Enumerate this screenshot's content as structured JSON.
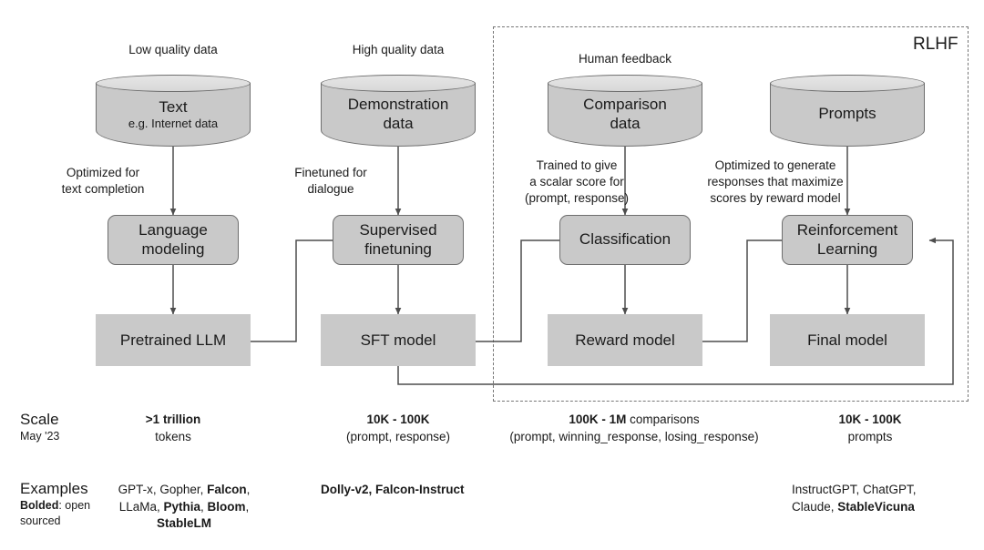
{
  "diagram": {
    "rlhf_region_label": "RLHF",
    "columns": [
      {
        "id": "pretraining",
        "top_label": "Low quality data",
        "source": {
          "title": "Text",
          "subtitle": "e.g. Internet data"
        },
        "arrow_label": "Optimized for\ntext completion",
        "process": "Language\nmodeling",
        "result": "Pretrained LLM",
        "scale_main": ">1 trillion",
        "scale_main_tail": "",
        "scale_sub": "tokens",
        "examples": "GPT-x, Gopher, Falcon,\nLLaMa, Pythia, Bloom,\nStableLM"
      },
      {
        "id": "sft",
        "top_label": "High quality data",
        "source": {
          "title": "Demonstration",
          "subtitle": "data"
        },
        "arrow_label": "Finetuned for\ndialogue",
        "process": "Supervised\nfinetuning",
        "result": "SFT model",
        "scale_main": "10K - 100K",
        "scale_main_tail": "",
        "scale_sub": "(prompt, response)",
        "examples": "Dolly-v2, Falcon-Instruct"
      },
      {
        "id": "reward-modeling",
        "top_label": "Human feedback",
        "source": {
          "title": "Comparison",
          "subtitle": "data"
        },
        "arrow_label": "Trained to give\na scalar score for\n(prompt, response)",
        "process": "Classification",
        "result": "Reward model",
        "scale_main": "100K - 1M",
        "scale_main_tail": "comparisons",
        "scale_sub": "(prompt, winning_response, losing_response)",
        "examples": ""
      },
      {
        "id": "rl",
        "top_label": "",
        "source": {
          "title": "Prompts",
          "subtitle": ""
        },
        "arrow_label": "Optimized to generate\nresponses that maximize\nscores by reward model",
        "process": "Reinforcement\nLearning",
        "result": "Final model",
        "scale_main": "10K - 100K",
        "scale_main_tail": "",
        "scale_sub": "prompts",
        "examples": "InstructGPT, ChatGPT,\nClaude, StableVicuna"
      }
    ],
    "scale_row": {
      "title": "Scale",
      "subtitle": "May '23"
    },
    "examples_row": {
      "title": "Examples",
      "subtitle_bold": "Bolded",
      "subtitle_rest": ": open\nsourced"
    },
    "colors": {
      "box_fill": "#c9c9c9",
      "box_stroke": "#6e6e6e",
      "cylinder_top": "#e3e3e3",
      "wire": "#4d4d4d",
      "dashed": "#777777",
      "text": "#1a1a1a",
      "background": "#ffffff"
    }
  }
}
